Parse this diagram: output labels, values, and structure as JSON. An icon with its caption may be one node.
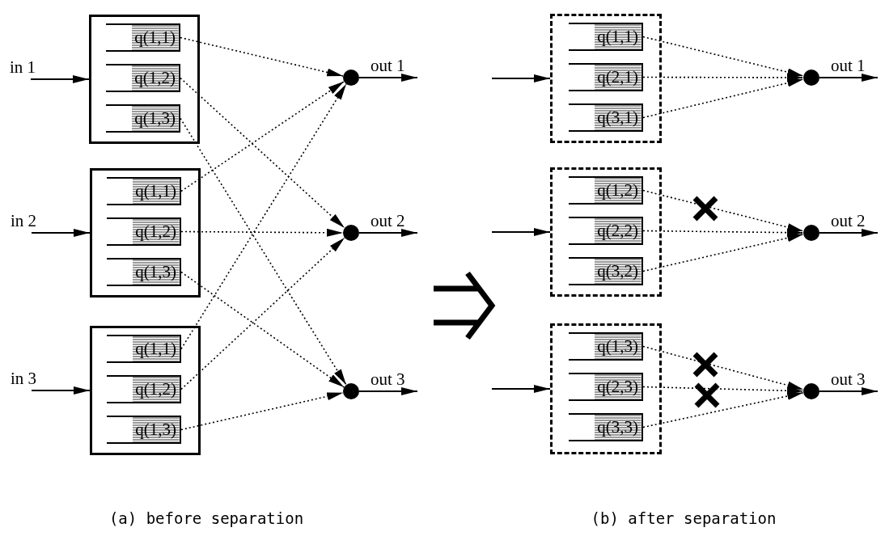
{
  "diagram": {
    "nodes": [
      {
        "text": [],
        "shape": "box"
      },
      {
        "text": [
          "q(1,1)"
        ],
        "in": 0
      },
      {
        "text": [
          "q(1,2)"
        ],
        "in": 0
      },
      {
        "text": [
          "q(1,3)"
        ],
        "in": 0
      },
      {
        "text": [],
        "shape": "box"
      },
      {
        "text": [
          "q(1,1)"
        ],
        "in": 4
      },
      {
        "text": [
          "q(1,2)"
        ],
        "in": 4
      },
      {
        "text": [
          "q(1,3)"
        ],
        "in": 4
      },
      {
        "text": [],
        "shape": "box"
      },
      {
        "text": [
          "q(1,1)"
        ],
        "in": 8
      },
      {
        "text": [
          "q(1,2)"
        ],
        "in": 8
      },
      {
        "text": [
          "q(1,3)"
        ],
        "in": 8
      },
      {
        "text": [],
        "shape": "circle"
      },
      {
        "text": [],
        "shape": "circle"
      },
      {
        "text": [],
        "shape": "circle"
      },
      {
        "text": [],
        "shape": "box"
      },
      {
        "text": [
          "q(1,1)"
        ],
        "in": 15
      },
      {
        "text": [
          "q(2,1)"
        ],
        "in": 15
      },
      {
        "text": [
          "q(3,1)"
        ],
        "in": 15
      },
      {
        "text": [],
        "shape": "box"
      },
      {
        "text": [
          "q(1,2)"
        ],
        "in": 19
      },
      {
        "text": [
          "q(2,2)"
        ],
        "in": 19
      },
      {
        "text": [
          "q(3,2)"
        ],
        "in": 19
      },
      {
        "text": [],
        "shape": "box"
      },
      {
        "text": [
          "q(1,3)"
        ],
        "in": 23
      },
      {
        "text": [
          "q(2,3)"
        ],
        "in": 23
      },
      {
        "text": [
          "q(3,3)"
        ],
        "in": 23
      },
      {
        "text": [],
        "shape": "circle"
      },
      {
        "text": [],
        "shape": "circle"
      },
      {
        "text": [],
        "shape": "circle"
      }
    ],
    "edges": [
      {
        "from": null,
        "to": 0,
        "arrow": "to",
        "label": "in 1"
      },
      {
        "from": null,
        "to": 4,
        "arrow": "to",
        "label": "in 2"
      },
      {
        "from": null,
        "to": 8,
        "arrow": "to",
        "label": "in 3"
      },
      {
        "from": 1,
        "to": 12,
        "arrow": "to",
        "style": "dashed"
      },
      {
        "from": 2,
        "to": 13,
        "arrow": "to",
        "style": "dashed"
      },
      {
        "from": 3,
        "to": 14,
        "arrow": "to",
        "style": "dashed"
      },
      {
        "from": 5,
        "to": 12,
        "arrow": "to",
        "style": "dashed"
      },
      {
        "from": 6,
        "to": 13,
        "arrow": "to",
        "style": "dashed"
      },
      {
        "from": 7,
        "to": 14,
        "arrow": "to",
        "style": "dashed"
      },
      {
        "from": 9,
        "to": 12,
        "arrow": "to",
        "style": "dashed"
      },
      {
        "from": 10,
        "to": 13,
        "arrow": "to",
        "style": "dashed"
      },
      {
        "from": 11,
        "to": 14,
        "arrow": "to",
        "style": "dashed"
      },
      {
        "from": 12,
        "to": null,
        "arrow": "to",
        "label": "out 1"
      },
      {
        "from": 13,
        "to": null,
        "arrow": "to",
        "label": "out 2"
      },
      {
        "from": 14,
        "to": null,
        "arrow": "to",
        "label": "out 3"
      },
      {
        "from": null,
        "to": 15,
        "arrow": "to"
      },
      {
        "from": null,
        "to": 19,
        "arrow": "to"
      },
      {
        "from": null,
        "to": 23,
        "arrow": "to"
      },
      {
        "from": 16,
        "to": 27,
        "arrow": "to",
        "style": "dashed"
      },
      {
        "from": 17,
        "to": 27,
        "arrow": "to",
        "style": "dashed"
      },
      {
        "from": 18,
        "to": 27,
        "arrow": "to",
        "style": "dashed"
      },
      {
        "from": 20,
        "to": 28,
        "arrow": "to",
        "style": "dashed"
      },
      {
        "from": 21,
        "to": 28,
        "arrow": "to",
        "style": "dashed"
      },
      {
        "from": 22,
        "to": 28,
        "arrow": "to",
        "style": "dashed"
      },
      {
        "from": 24,
        "to": 29,
        "arrow": "to",
        "style": "dashed"
      },
      {
        "from": 25,
        "to": 29,
        "arrow": "to",
        "style": "dashed"
      },
      {
        "from": 26,
        "to": 29,
        "arrow": "to",
        "style": "dashed"
      },
      {
        "from": 27,
        "to": null,
        "arrow": "to",
        "label": "out 1"
      },
      {
        "from": 28,
        "to": null,
        "arrow": "to",
        "label": "out 2"
      },
      {
        "from": 29,
        "to": null,
        "arrow": "to",
        "label": "out 3"
      }
    ],
    "labels": [
      "(a) before separation",
      "(b) after separation"
    ]
  }
}
